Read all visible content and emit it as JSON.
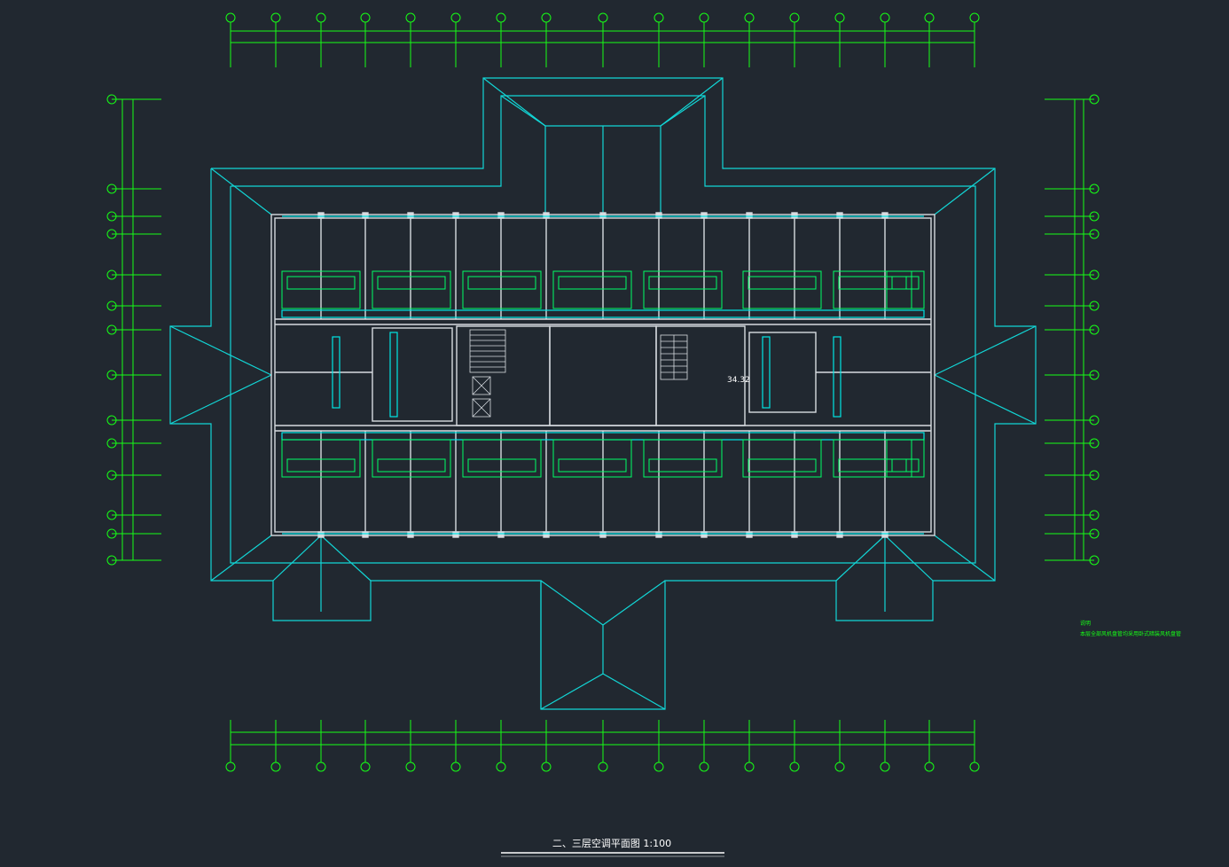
{
  "drawing": {
    "title": "二、三层空调平面图  1:100",
    "colors": {
      "background": "#212830",
      "dimension": "#16ff16",
      "roof": "#12d6d6",
      "wall": "#d7dbe0",
      "duct": "#00e5e5",
      "equipment": "#00ff66",
      "text": "#ffffff"
    }
  },
  "room_labels": {
    "big_room_area": "34.32"
  },
  "notes": {
    "heading": "说明",
    "body": "本层全部风机盘管均采用卧式暗装风机盘管"
  }
}
